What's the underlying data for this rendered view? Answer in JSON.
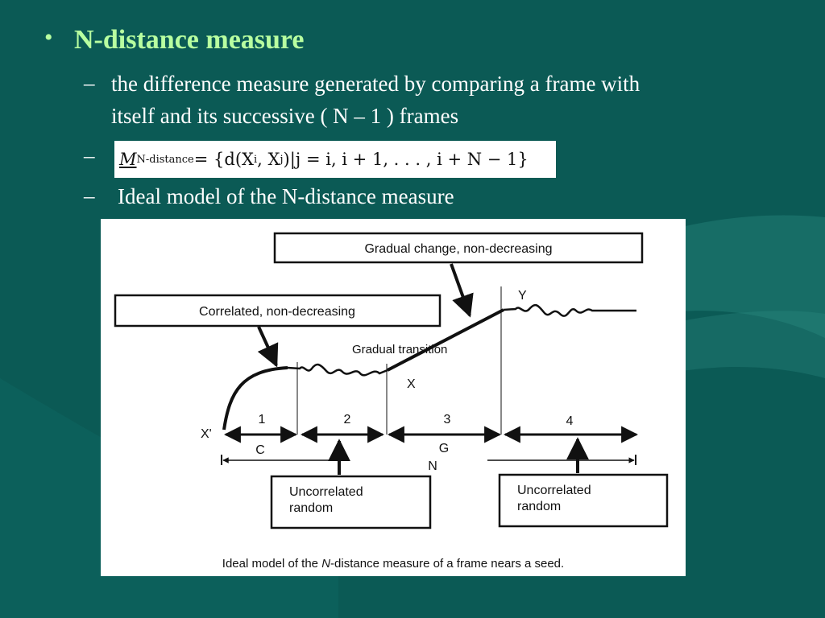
{
  "slide": {
    "title": "N-distance measure",
    "bullet_symbol": "•",
    "dash_symbol": "–",
    "items": [
      {
        "line1": "the difference measure generated by comparing a frame with",
        "line2": "itself and its successive ( N – 1 ) frames"
      },
      {
        "formula": "M_N-distance = {d(X_i, X_j) | j = i, i + 1, ..., i + N − 1}"
      },
      {
        "text": "Ideal model of the N-distance measure"
      }
    ]
  },
  "formula": {
    "M": "M",
    "subscript": "N-distance",
    "body": " = {d(X",
    "i": "i",
    "comma": ", X",
    "j": "j",
    "rest": ")|j = i, i + 1, . . . , i + N − 1}"
  },
  "diagram": {
    "callouts": {
      "gradual_change": "Gradual change, non-decreasing",
      "correlated": "Correlated, non-decreasing",
      "uncorrelated_left_line1": "Uncorrelated",
      "uncorrelated_left_line2": "random",
      "uncorrelated_right_line1": "Uncorrelated",
      "uncorrelated_right_line2": "random"
    },
    "labels": {
      "gradual_transition": "Gradual transition",
      "y": "Y",
      "x": "X",
      "x_prime": "X'",
      "seg1": "1",
      "seg2": "2",
      "seg3": "3",
      "seg4": "4",
      "c": "C",
      "g": "G",
      "n": "N"
    },
    "caption_pre": "Ideal model of the ",
    "caption_n": "N",
    "caption_post": "-distance measure of a frame nears a seed."
  }
}
